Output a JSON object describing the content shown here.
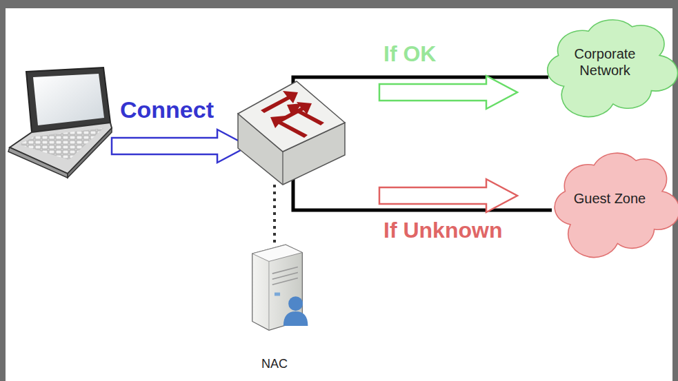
{
  "diagram": {
    "nodes": [
      {
        "text": [
          "Corporate Network"
        ]
      },
      {
        "text": [
          "Guest Zone"
        ]
      },
      {
        "text": [
          "NAC"
        ]
      }
    ],
    "labels": [
      "Connect",
      "If OK",
      "If Unknown"
    ]
  }
}
